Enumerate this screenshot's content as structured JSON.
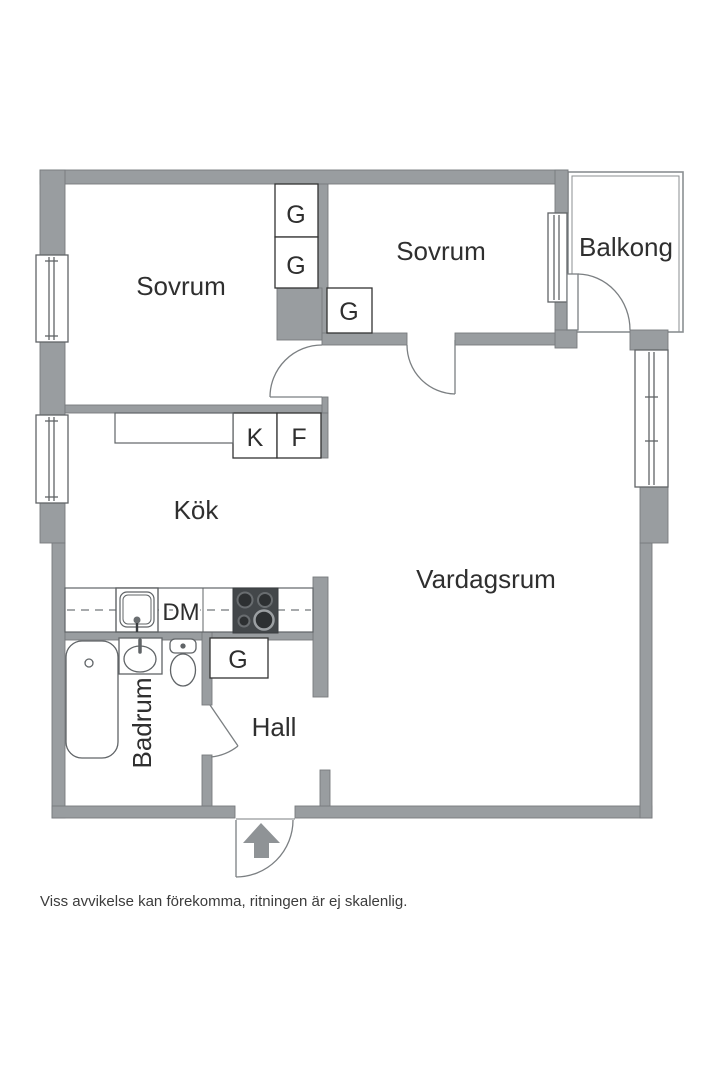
{
  "colors": {
    "wall": "#999da0",
    "wall_outline": "#777b7e",
    "line": "#606467",
    "door": "#7b7f82",
    "text": "#2f2f2f",
    "stove": "#43474a",
    "arrow": "#8f9396"
  },
  "rooms": {
    "sovrum1": "Sovrum",
    "sovrum2": "Sovrum",
    "balkong": "Balkong",
    "kok": "Kök",
    "vardagsrum": "Vardagsrum",
    "badrum": "Badrum",
    "hall": "Hall"
  },
  "fixtures": {
    "wardrobes": [
      "G",
      "G",
      "G",
      "G"
    ],
    "fridge": "K",
    "freezer": "F",
    "dishwasher": "DM"
  },
  "footer": {
    "disclaimer": "Viss avvikelse kan förekomma, ritningen är ej skalenlig."
  }
}
